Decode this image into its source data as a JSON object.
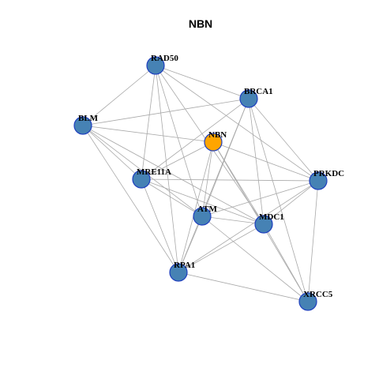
{
  "title": "NBN",
  "colors": {
    "node_fill": "#4682b4",
    "node_border": "#1f3fbf",
    "focus_fill": "#ffa500",
    "edge": "#a9a9a9"
  },
  "nodes": [
    {
      "id": "RAD50",
      "label": "RAD50",
      "focus": false
    },
    {
      "id": "BRCA1",
      "label": "BRCA1",
      "focus": false
    },
    {
      "id": "BLM",
      "label": "BLM",
      "focus": false
    },
    {
      "id": "NBN",
      "label": "NBN",
      "focus": true
    },
    {
      "id": "MRE11A",
      "label": "MRE11A",
      "focus": false
    },
    {
      "id": "PRKDC",
      "label": "PRKDC",
      "focus": false
    },
    {
      "id": "ATM",
      "label": "ATM",
      "focus": false
    },
    {
      "id": "MDC1",
      "label": "MDC1",
      "focus": false
    },
    {
      "id": "RPA1",
      "label": "RPA1",
      "focus": false
    },
    {
      "id": "XRCC5",
      "label": "XRCC5",
      "focus": false
    }
  ],
  "edges": [
    [
      "RAD50",
      "BRCA1"
    ],
    [
      "RAD50",
      "BLM"
    ],
    [
      "RAD50",
      "MRE11A"
    ],
    [
      "RAD50",
      "ATM"
    ],
    [
      "RAD50",
      "MDC1"
    ],
    [
      "RAD50",
      "RPA1"
    ],
    [
      "RAD50",
      "PRKDC"
    ],
    [
      "BRCA1",
      "BLM"
    ],
    [
      "BRCA1",
      "MRE11A"
    ],
    [
      "BRCA1",
      "ATM"
    ],
    [
      "BRCA1",
      "MDC1"
    ],
    [
      "BRCA1",
      "RPA1"
    ],
    [
      "BRCA1",
      "PRKDC"
    ],
    [
      "BRCA1",
      "XRCC5"
    ],
    [
      "BLM",
      "NBN"
    ],
    [
      "BLM",
      "MRE11A"
    ],
    [
      "BLM",
      "ATM"
    ],
    [
      "BLM",
      "MDC1"
    ],
    [
      "BLM",
      "RPA1"
    ],
    [
      "NBN",
      "MRE11A"
    ],
    [
      "NBN",
      "PRKDC"
    ],
    [
      "NBN",
      "ATM"
    ],
    [
      "NBN",
      "MDC1"
    ],
    [
      "NBN",
      "RPA1"
    ],
    [
      "NBN",
      "XRCC5"
    ],
    [
      "MRE11A",
      "ATM"
    ],
    [
      "MRE11A",
      "MDC1"
    ],
    [
      "MRE11A",
      "RPA1"
    ],
    [
      "MRE11A",
      "PRKDC"
    ],
    [
      "PRKDC",
      "ATM"
    ],
    [
      "PRKDC",
      "MDC1"
    ],
    [
      "PRKDC",
      "RPA1"
    ],
    [
      "PRKDC",
      "XRCC5"
    ],
    [
      "ATM",
      "MDC1"
    ],
    [
      "ATM",
      "RPA1"
    ],
    [
      "ATM",
      "XRCC5"
    ],
    [
      "MDC1",
      "RPA1"
    ],
    [
      "MDC1",
      "XRCC5"
    ],
    [
      "RPA1",
      "XRCC5"
    ]
  ]
}
